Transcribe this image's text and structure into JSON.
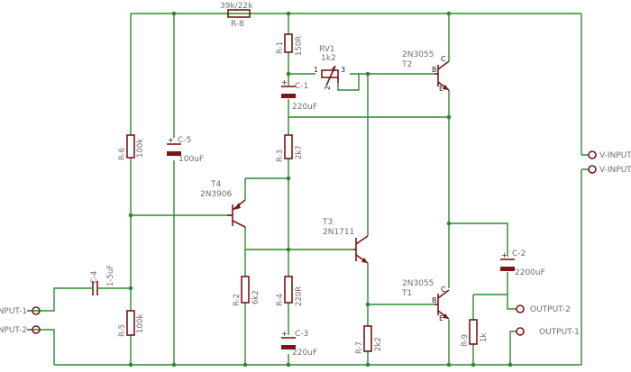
{
  "components": {
    "r8": {
      "ref": "R-8",
      "value": "39k/22k"
    },
    "r1": {
      "ref": "R-1",
      "value": "150R"
    },
    "rv1": {
      "ref": "RV1",
      "value": "1k2"
    },
    "c1": {
      "ref": "C-1",
      "value": "220uF"
    },
    "r6": {
      "ref": "R-6",
      "value": "100k"
    },
    "c5": {
      "ref": "C-5",
      "value": "100uF"
    },
    "r3": {
      "ref": "R-3",
      "value": "2k7"
    },
    "t4": {
      "ref": "T4",
      "value": "2N3906"
    },
    "t3": {
      "ref": "T3",
      "value": "2N1711"
    },
    "t2": {
      "ref": "T2",
      "value": "2N3055"
    },
    "t1": {
      "ref": "T1",
      "value": "2N3055"
    },
    "c4": {
      "ref": "C-4",
      "value": "1-5uF"
    },
    "r5": {
      "ref": "R-5",
      "value": "100k"
    },
    "r2": {
      "ref": "R-2",
      "value": "6k2"
    },
    "r4": {
      "ref": "R-4",
      "value": "220R"
    },
    "c3": {
      "ref": "C-3",
      "value": "220uF"
    },
    "r7": {
      "ref": "R-7",
      "value": "2k2"
    },
    "c2": {
      "ref": "C-2",
      "value": "2200uF"
    },
    "r9": {
      "ref": "R-9",
      "value": "1k"
    }
  },
  "ports": {
    "v_plus": "V-INPUT",
    "v_minus": "V-INPUT",
    "input1": "INPUT-1",
    "input2": "INPUT-2",
    "output2": "OUTPUT-2",
    "output1": "OUTPUT-1"
  },
  "pins": {
    "p1": "1",
    "p2": "2",
    "p3": "3",
    "b": "B",
    "c": "C",
    "e": "E"
  }
}
